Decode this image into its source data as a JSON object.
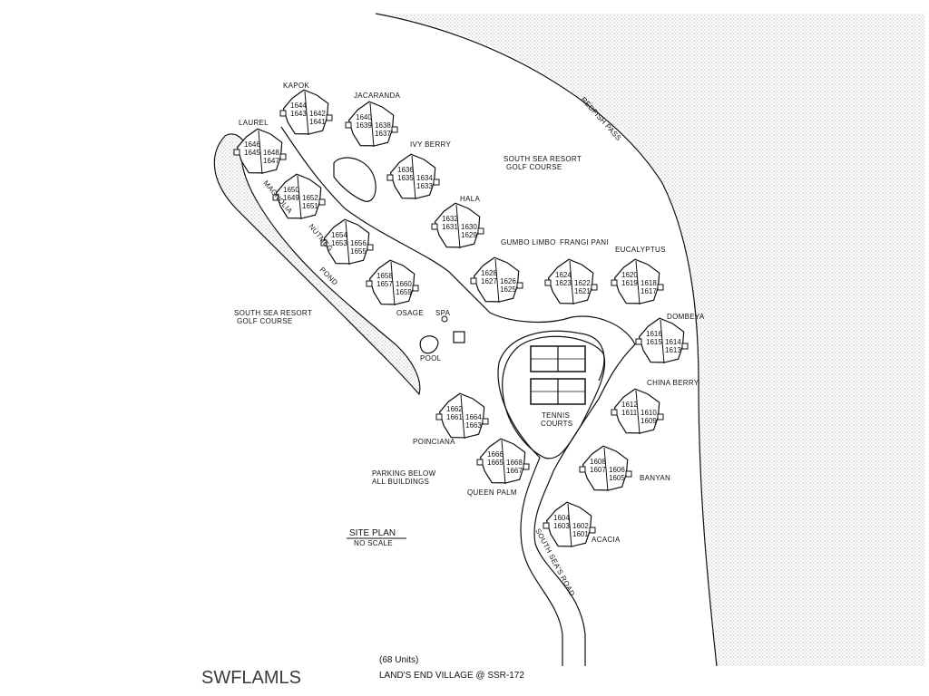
{
  "watermark": "SWFLAMLS",
  "legend": {
    "site_plan": "SITE PLAN",
    "no_scale": "NO SCALE",
    "units": "(68 Units)",
    "village": "LAND'S END VILLAGE @ SSR-172"
  },
  "labels": {
    "redfish_pass": "REDFISH PASS",
    "golf_course_1a": "SOUTH SEA RESORT",
    "golf_course_1b": "GOLF COURSE",
    "golf_course_2a": "SOUTH SEA RESORT",
    "golf_course_2b": "GOLF COURSE",
    "pond": "POND",
    "spa": "SPA",
    "pool": "POOL",
    "tennis_a": "TENNIS",
    "tennis_b": "COURTS",
    "parking_a": "PARKING BELOW",
    "parking_b": "ALL BUILDINGS",
    "road": "SOUTH SEA'S ROAD",
    "magnolia": "MAGNOLIA",
    "nutmeg": "NUTMEG"
  },
  "buildings": [
    {
      "name": "KAPOK",
      "units": [
        "1644",
        "1643",
        "1642",
        "1641"
      ]
    },
    {
      "name": "JACARANDA",
      "units": [
        "1640",
        "1639",
        "1638",
        "1637"
      ]
    },
    {
      "name": "LAUREL",
      "units": [
        "1646",
        "1645",
        "1648",
        "1647"
      ]
    },
    {
      "name": "IVY BERRY",
      "units": [
        "1636",
        "1635",
        "1634",
        "1633"
      ]
    },
    {
      "name": "HALA",
      "units": [
        "1632",
        "1631",
        "1630",
        "1629"
      ]
    },
    {
      "name": "",
      "units": [
        "1650",
        "1649",
        "1652",
        "1651"
      ]
    },
    {
      "name": "",
      "units": [
        "1654",
        "1653",
        "1656",
        "1655"
      ]
    },
    {
      "name": "OSAGE",
      "units": [
        "1658",
        "1657",
        "1660",
        "1659"
      ]
    },
    {
      "name": "GUMBO LIMBO",
      "units": [
        "1628",
        "1627",
        "1626",
        "1625"
      ]
    },
    {
      "name": "FRANGI PANI",
      "units": [
        "1624",
        "1623",
        "1622",
        "1621"
      ]
    },
    {
      "name": "EUCALYPTUS",
      "units": [
        "1620",
        "1619",
        "1618",
        "1617"
      ]
    },
    {
      "name": "DOMBEYA",
      "units": [
        "1616",
        "1615",
        "1614",
        "1613"
      ]
    },
    {
      "name": "CHINA BERRY",
      "units": [
        "1612",
        "1611",
        "1610",
        "1609"
      ]
    },
    {
      "name": "BANYAN",
      "units": [
        "1608",
        "1607",
        "1606",
        "1605"
      ]
    },
    {
      "name": "ACACIA",
      "units": [
        "1604",
        "1603",
        "1602",
        "1601"
      ]
    },
    {
      "name": "POINCIANA",
      "units": [
        "1662",
        "1661",
        "1664",
        "1663"
      ]
    },
    {
      "name": "QUEEN PALM",
      "units": [
        "1666",
        "1665",
        "1668",
        "1667"
      ]
    }
  ]
}
